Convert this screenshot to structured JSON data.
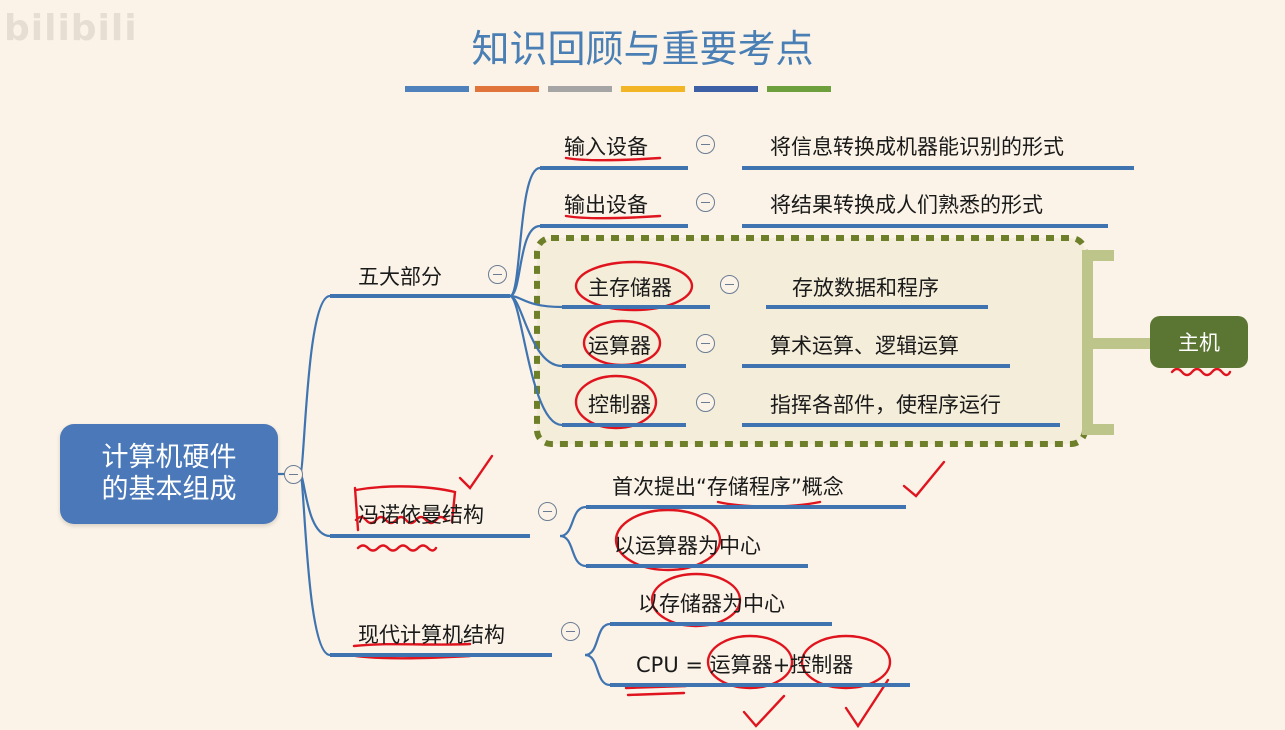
{
  "watermark": "bilibili",
  "title": "知识回顾与重要考点",
  "title_strip_colors": [
    "#4F81BD",
    "#E0743A",
    "#A5A5A5",
    "#F2B526",
    "#3C5FA5",
    "#6E9F3D"
  ],
  "root": {
    "line1": "计算机硬件",
    "line2": "的基本组成"
  },
  "branches": {
    "five": {
      "label": "五大部分",
      "input": {
        "label": "输入设备",
        "desc": "将信息转换成机器能识别的形式"
      },
      "output": {
        "label": "输出设备",
        "desc": "将结果转换成人们熟悉的形式"
      },
      "memory": {
        "label": "主存储器",
        "desc": "存放数据和程序"
      },
      "alu": {
        "label": "运算器",
        "desc": "算术运算、逻辑运算"
      },
      "controller": {
        "label": "控制器",
        "desc": "指挥各部件，使程序运行"
      }
    },
    "vonneumann": {
      "label": "冯诺依曼结构",
      "item1": "首次提出“存储程序”概念",
      "item2": "以运算器为中心"
    },
    "modern": {
      "label": "现代计算机结构",
      "item1": "以存储器为中心",
      "item2": "CPU = 运算器+控制器"
    }
  },
  "host_label": "主机",
  "colors": {
    "line": "#3F74B0",
    "root_fill": "#4A78B8",
    "host_fill": "#5B7532",
    "dash_border": "#6E7F2A",
    "bracket": "#BDC58A",
    "annotation": "#E0141E"
  }
}
